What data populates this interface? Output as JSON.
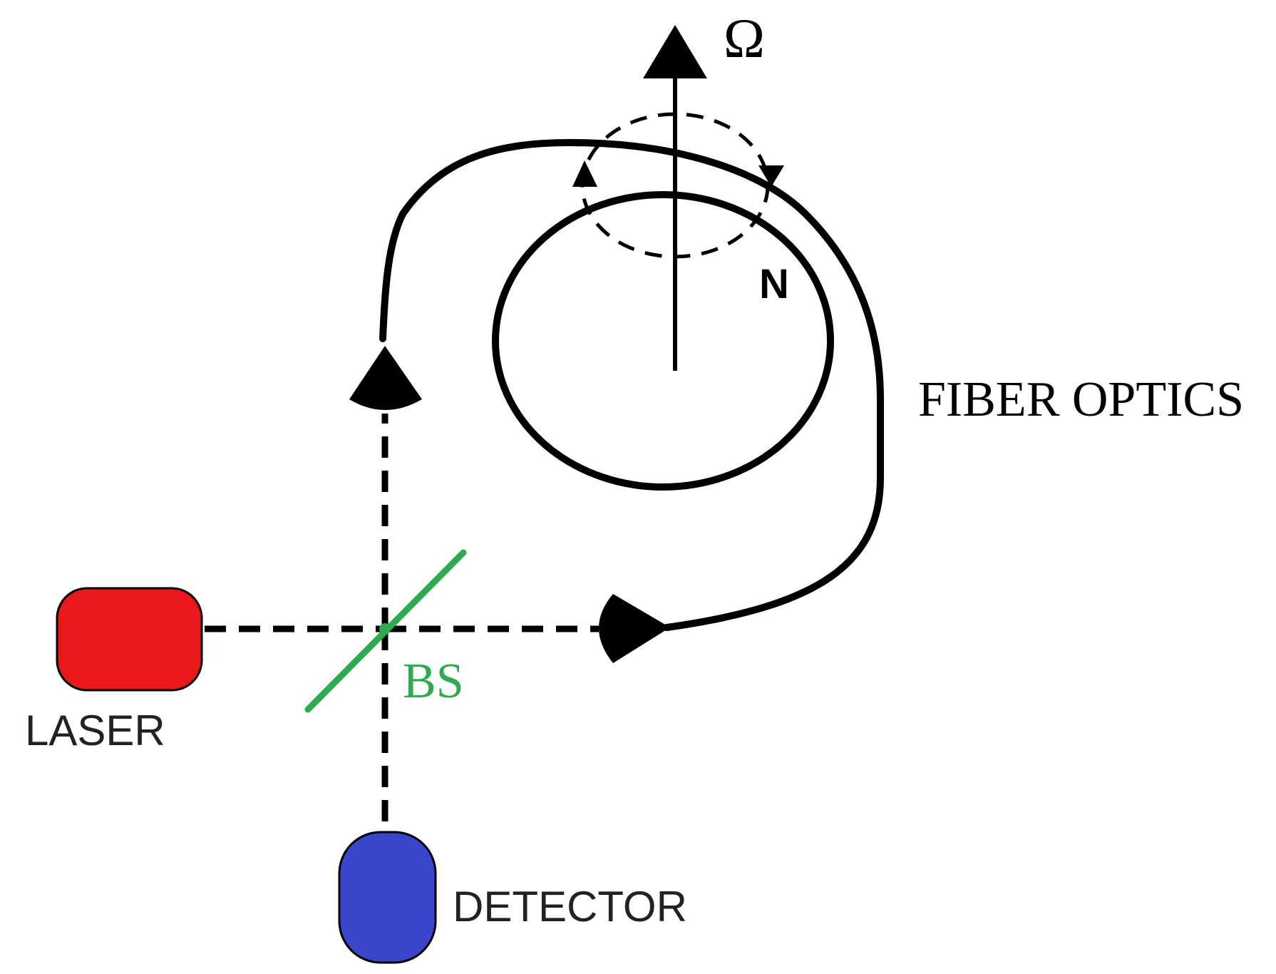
{
  "labels": {
    "omega": "Ω",
    "n": "N",
    "fiber": "FIBER OPTICS",
    "bs": "BS",
    "laser": "LASER",
    "detector": "DETECTOR"
  },
  "colors": {
    "laser": "#e8181b",
    "detector": "#3a45c9",
    "beam_splitter": "#2faa4e",
    "line": "#000000"
  }
}
